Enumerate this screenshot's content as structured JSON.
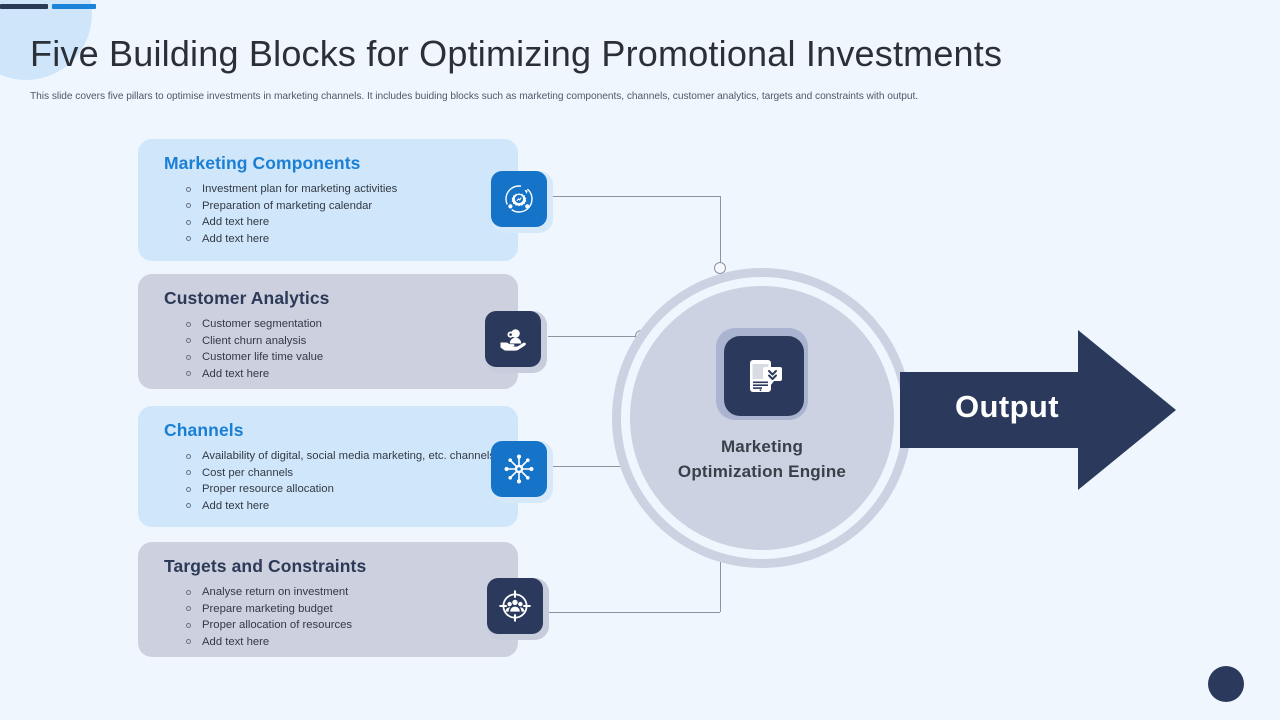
{
  "slide": {
    "title": "Five Building Blocks for Optimizing Promotional Investments",
    "subtitle": "This slide covers five pillars to optimise investments in marketing channels. It includes buiding blocks such as marketing components, channels, customer analytics, targets and constraints with output."
  },
  "colors": {
    "background": "#eff6fd",
    "card_blue": "#cfe6fb",
    "card_grey": "#ccd0df",
    "title_blue": "#1b7fd4",
    "title_navy": "#2d3a57",
    "icon_blue": "#1573c8",
    "icon_navy": "#2b3a5c",
    "hub_ring": "#ccd2e2",
    "arrow_navy": "#2b3a5c"
  },
  "cards": [
    {
      "id": "marketing-components",
      "title": "Marketing Components",
      "theme": "blue",
      "icon": "gear-analytics-icon",
      "bullets": [
        "Investment  plan  for  marketing  activities",
        "Preparation  of  marketing  calendar",
        "Add text here",
        "Add text here"
      ]
    },
    {
      "id": "customer-analytics",
      "title": "Customer Analytics",
      "theme": "grey",
      "icon": "hand-customer-icon",
      "bullets": [
        "Customer  segmentation",
        "Client  churn  analysis",
        "Customer  life  time value",
        "Add text here"
      ]
    },
    {
      "id": "channels",
      "title": "Channels",
      "theme": "blue",
      "icon": "network-hub-icon",
      "bullets": [
        "Availability of  digital,  social  media  marketing,  etc. channels",
        "Cost  per  channels",
        "Proper  resource  allocation",
        "Add text here"
      ]
    },
    {
      "id": "targets-and-constraints",
      "title": "Targets and Constraints",
      "theme": "grey",
      "icon": "target-people-icon",
      "bullets": [
        "Analyse return  on  investment",
        "Prepare  marketing  budget",
        "Proper  allocation  of  resources",
        "Add text here"
      ]
    }
  ],
  "hub": {
    "icon": "mobile-message-icon",
    "label_line1": "Marketing",
    "label_line2": "Optimization  Engine"
  },
  "output": {
    "label": "Output"
  }
}
